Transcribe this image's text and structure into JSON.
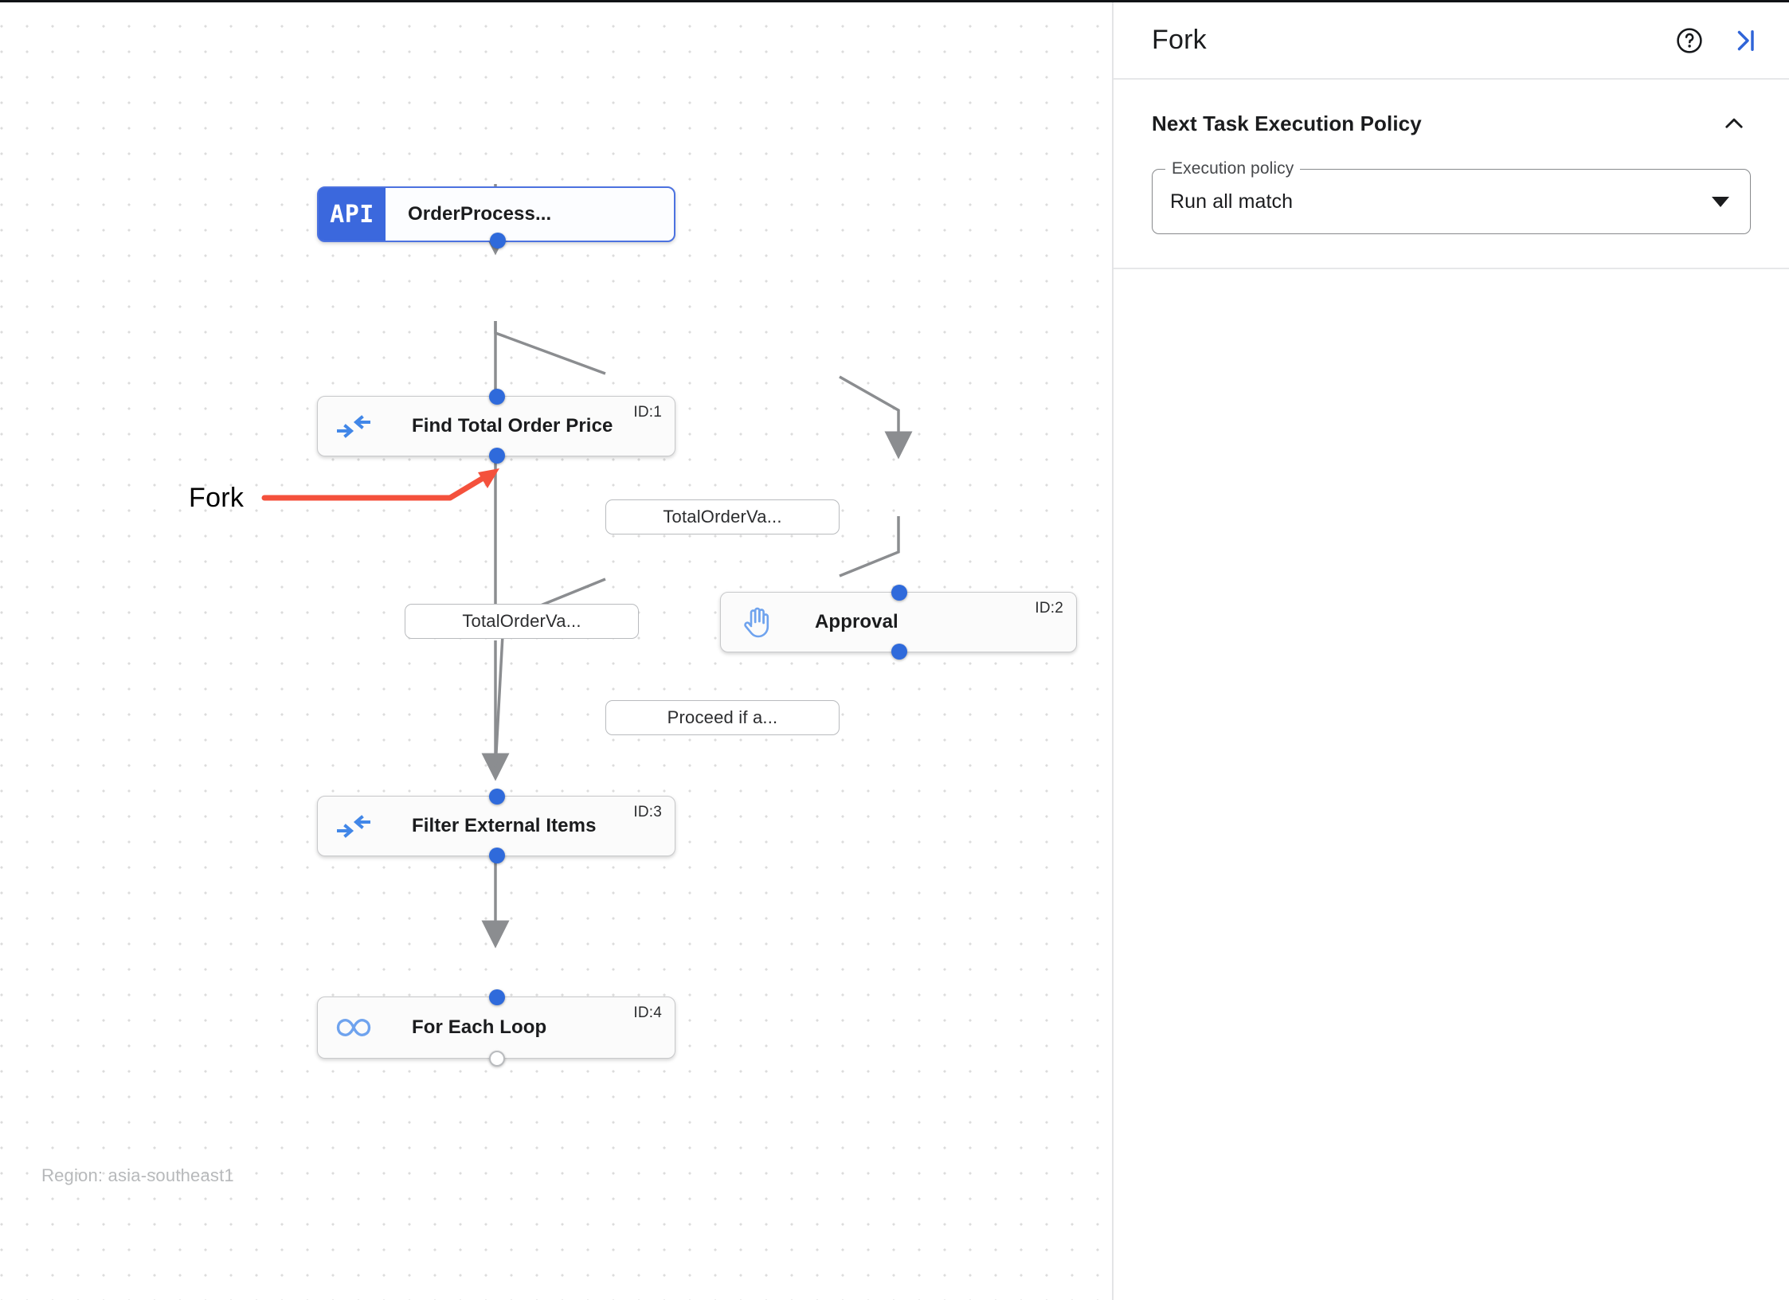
{
  "canvas": {
    "region_caption": "Region: asia-southeast1",
    "annotation": {
      "label": "Fork",
      "color": "#f4513c"
    },
    "nodes": [
      {
        "id": "order-process",
        "icon": "api-icon",
        "icon_text": "API",
        "title": "OrderProcess...",
        "id_label": "",
        "selected": true
      },
      {
        "id": "find-total-order-price",
        "icon": "converging-arrows-icon",
        "title": "Find Total Order Price",
        "id_label": "ID:1",
        "selected": false
      },
      {
        "id": "approval",
        "icon": "hand-icon",
        "title": "Approval",
        "id_label": "ID:2",
        "selected": false
      },
      {
        "id": "filter-external-items",
        "icon": "converging-arrows-icon",
        "title": "Filter External Items",
        "id_label": "ID:3",
        "selected": false
      },
      {
        "id": "for-each-loop",
        "icon": "infinity-icon",
        "title": "For Each Loop",
        "id_label": "ID:4",
        "selected": false
      }
    ],
    "edge_labels": [
      {
        "id": "edge-to-approval",
        "text": "TotalOrderVa..."
      },
      {
        "id": "edge-direct-to-filter",
        "text": "TotalOrderVa..."
      },
      {
        "id": "edge-proceed",
        "text": "Proceed if a..."
      }
    ]
  },
  "panel": {
    "title": "Fork",
    "help_icon": "help-circle-icon",
    "collapse_icon": "collapse-right-icon",
    "section": {
      "title": "Next Task Execution Policy",
      "chevron_icon": "chevron-up-icon",
      "field": {
        "legend": "Execution policy",
        "value": "Run all match",
        "caret_icon": "caret-down-icon"
      }
    }
  }
}
